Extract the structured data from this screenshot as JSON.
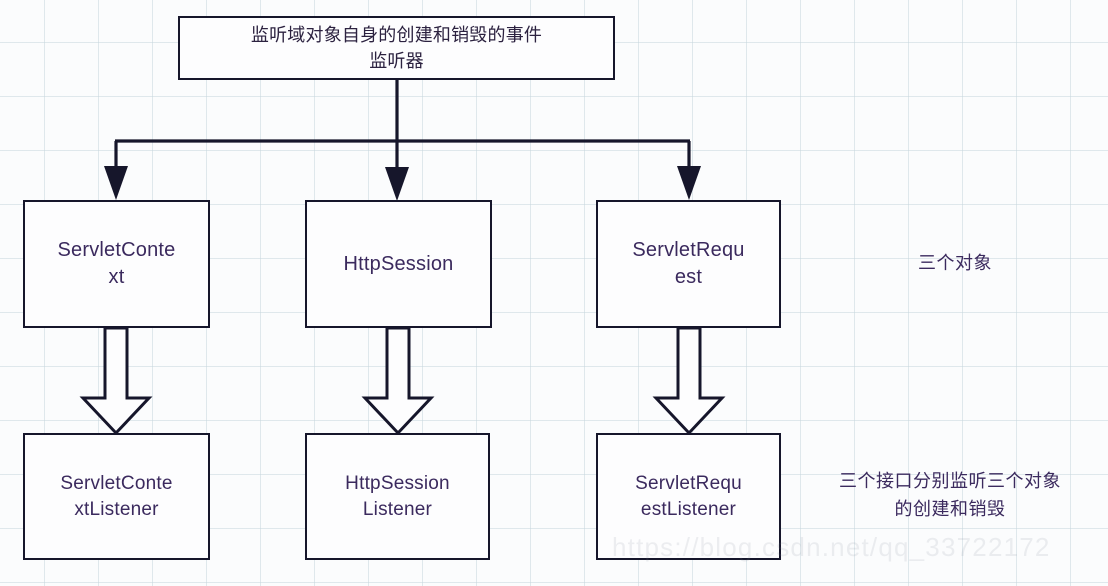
{
  "diagram": {
    "title_box": {
      "text": "监听域对象自身的创建和销毁的事件\n监听器"
    },
    "object_nodes": [
      {
        "id": "servletcontext",
        "text": "ServletConte\nxt"
      },
      {
        "id": "httpsession",
        "text": "HttpSession"
      },
      {
        "id": "servletrequest",
        "text": "ServletRequ\nest"
      }
    ],
    "listener_nodes": [
      {
        "id": "servletcontextlistener",
        "text": "ServletConte\nxtListener"
      },
      {
        "id": "httpsessionlistener",
        "text": "HttpSession\nListener"
      },
      {
        "id": "servletrequestlistener",
        "text": "ServletRequ\nestListener"
      }
    ],
    "annotations": [
      {
        "id": "objects",
        "text": "三个对象"
      },
      {
        "id": "interfaces",
        "text": "三个接口分别监听三个对象\n的创建和销毁"
      }
    ],
    "watermark": "https://blog.csdn.net/qq_33722172",
    "colors": {
      "stroke": "#16162b",
      "text": "#3b2a5e",
      "box_fill": "#fdfdfe",
      "background": "#fbfcfd",
      "grid": "#c8d6de"
    }
  }
}
